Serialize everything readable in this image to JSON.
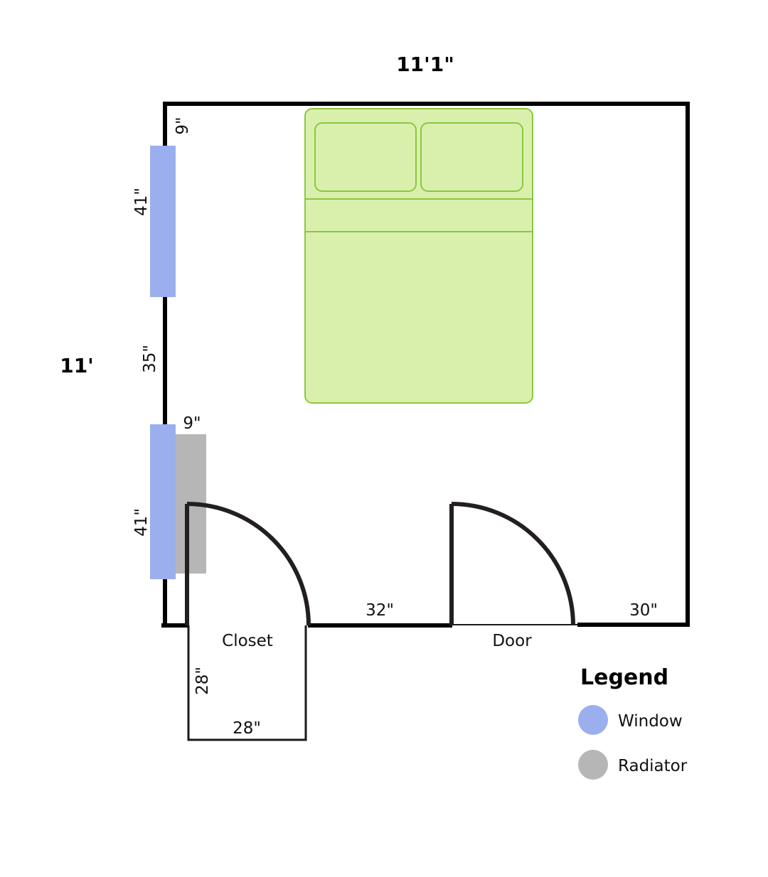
{
  "dimensions": {
    "room_width": "11'1\"",
    "room_height": "11'",
    "window_top_offset": "9\"",
    "window_top_length": "41\"",
    "window_gap": "35\"",
    "window_bottom_length": "41\"",
    "radiator_width": "9\"",
    "closet_to_door": "32\"",
    "door_to_wall": "30\"",
    "closet_depth": "28\"",
    "closet_width": "28\""
  },
  "labels": {
    "closet": "Closet",
    "door": "Door"
  },
  "legend": {
    "title": "Legend",
    "items": [
      {
        "label": "Window",
        "color": "#9bafef"
      },
      {
        "label": "Radiator",
        "color": "#b6b6b6"
      }
    ]
  },
  "colors": {
    "wall": "#000000",
    "window": "#9bafef",
    "radiator": "#b6b6b6",
    "bed_fill": "#d9f0ad",
    "bed_stroke": "#8dc63f"
  }
}
